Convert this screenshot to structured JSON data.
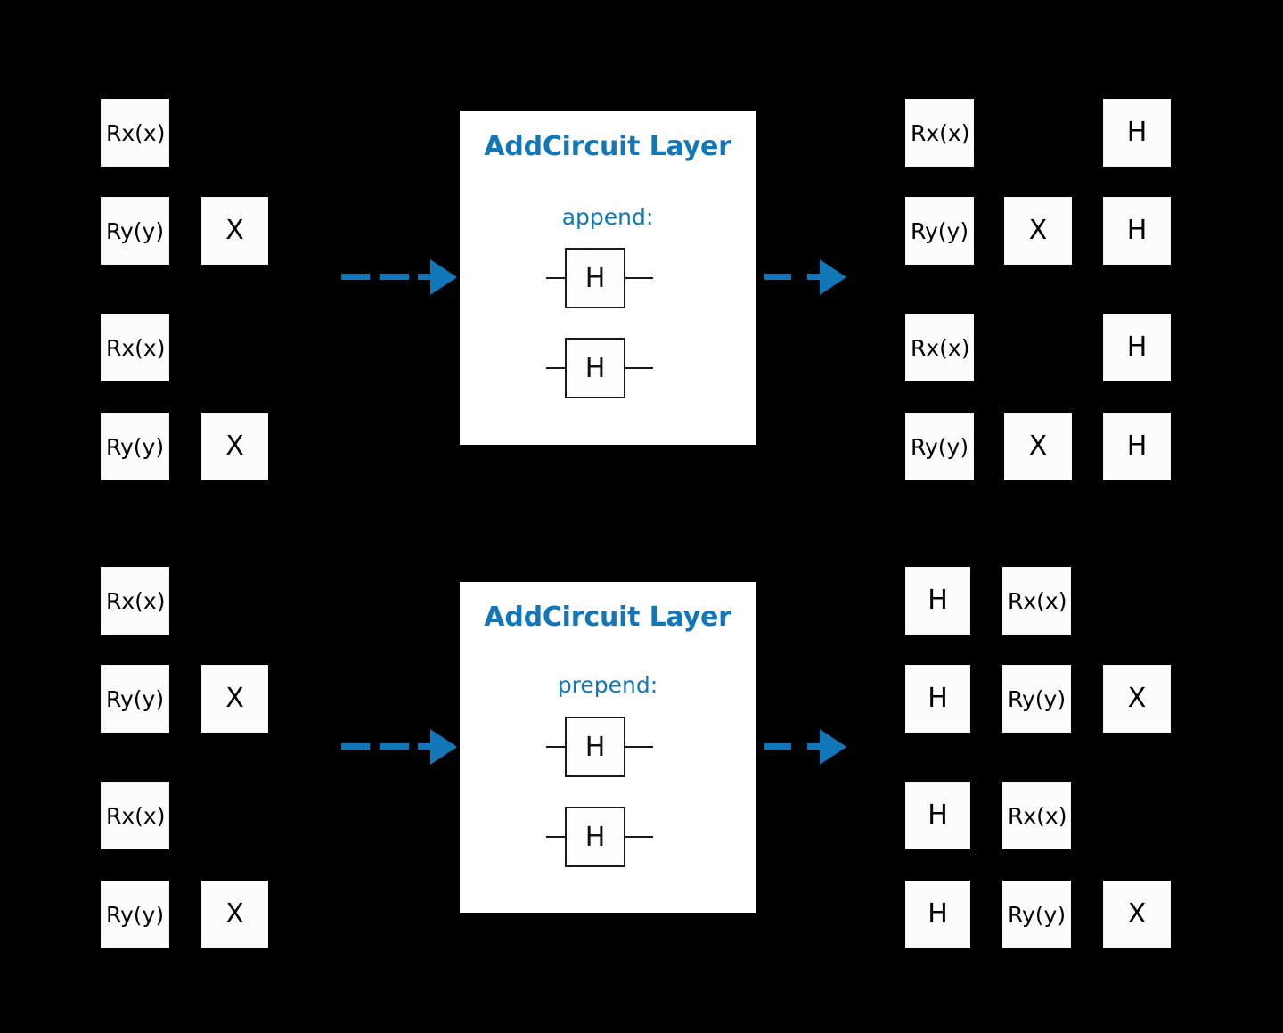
{
  "colors": {
    "background": "#000000",
    "gate_fill": "#fcfcfc",
    "gate_text": "#000000",
    "panel_fill": "#ffffff",
    "accent_blue": "#1277b8",
    "wire": "#1a1a1a"
  },
  "diagram": {
    "rows": [
      {
        "id": "append-row",
        "input_circuit": {
          "label": "input-circuit",
          "qubits": [
            {
              "gates": [
                "Rx(x)"
              ]
            },
            {
              "gates": [
                "Ry(y)",
                "X"
              ]
            },
            {
              "gates": [
                "Rx(x)"
              ]
            },
            {
              "gates": [
                "Ry(y)",
                "X"
              ]
            }
          ]
        },
        "panel": {
          "title": "AddCircuit Layer",
          "mode_label": "append:",
          "inner_gates": [
            "H",
            "H"
          ]
        },
        "output_circuit": {
          "label": "output-circuit",
          "qubits": [
            {
              "gates": [
                "Rx(x)",
                "",
                "H"
              ]
            },
            {
              "gates": [
                "Ry(y)",
                "X",
                "H"
              ]
            },
            {
              "gates": [
                "Rx(x)",
                "",
                "H"
              ]
            },
            {
              "gates": [
                "Ry(y)",
                "X",
                "H"
              ]
            }
          ]
        }
      },
      {
        "id": "prepend-row",
        "input_circuit": {
          "label": "input-circuit",
          "qubits": [
            {
              "gates": [
                "Rx(x)"
              ]
            },
            {
              "gates": [
                "Ry(y)",
                "X"
              ]
            },
            {
              "gates": [
                "Rx(x)"
              ]
            },
            {
              "gates": [
                "Ry(y)",
                "X"
              ]
            }
          ]
        },
        "panel": {
          "title": "AddCircuit Layer",
          "mode_label": "prepend:",
          "inner_gates": [
            "H",
            "H"
          ]
        },
        "output_circuit": {
          "label": "output-circuit",
          "qubits": [
            {
              "gates": [
                "H",
                "Rx(x)",
                ""
              ]
            },
            {
              "gates": [
                "H",
                "Ry(y)",
                "X"
              ]
            },
            {
              "gates": [
                "H",
                "Rx(x)",
                ""
              ]
            },
            {
              "gates": [
                "H",
                "Ry(y)",
                "X"
              ]
            }
          ]
        }
      }
    ]
  }
}
